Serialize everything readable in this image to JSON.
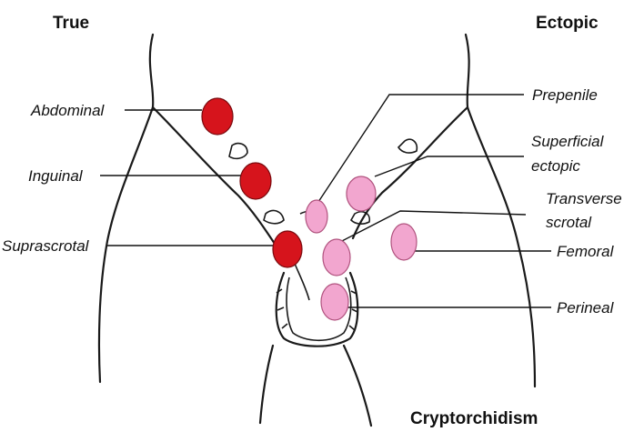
{
  "headers": {
    "true": "True",
    "ectopic": "Ectopic",
    "footer": "Cryptorchidism"
  },
  "true_labels": {
    "abdominal": "Abdominal",
    "inguinal": "Inguinal",
    "suprascrotal": "Suprascrotal"
  },
  "ectopic_labels": {
    "prepenile": "Prepenile",
    "superficial_line1": "Superficial",
    "superficial_line2": "ectopic",
    "transverse_line1": "Transverse",
    "transverse_line2": "scrotal",
    "femoral": "Femoral",
    "perineal": "Perineal"
  },
  "colors": {
    "true_testis": "#d6141c",
    "ectopic_testis": "#f2a6cf",
    "outline": "#1a1a1a"
  }
}
